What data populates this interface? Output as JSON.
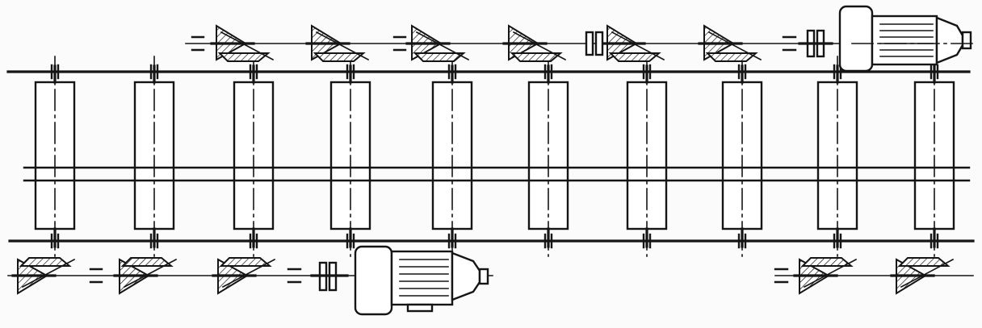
{
  "diagram": {
    "type": "roller-conveyor-kinematic-scheme",
    "colors": {
      "ink": "#151515",
      "paper": "#fbfbfb"
    },
    "roller_count": 10,
    "top_drive": {
      "gearbox_count": 6,
      "motor_count": 1
    },
    "bottom_drive": {
      "gearbox_count": 5,
      "motor_count": 1
    }
  }
}
